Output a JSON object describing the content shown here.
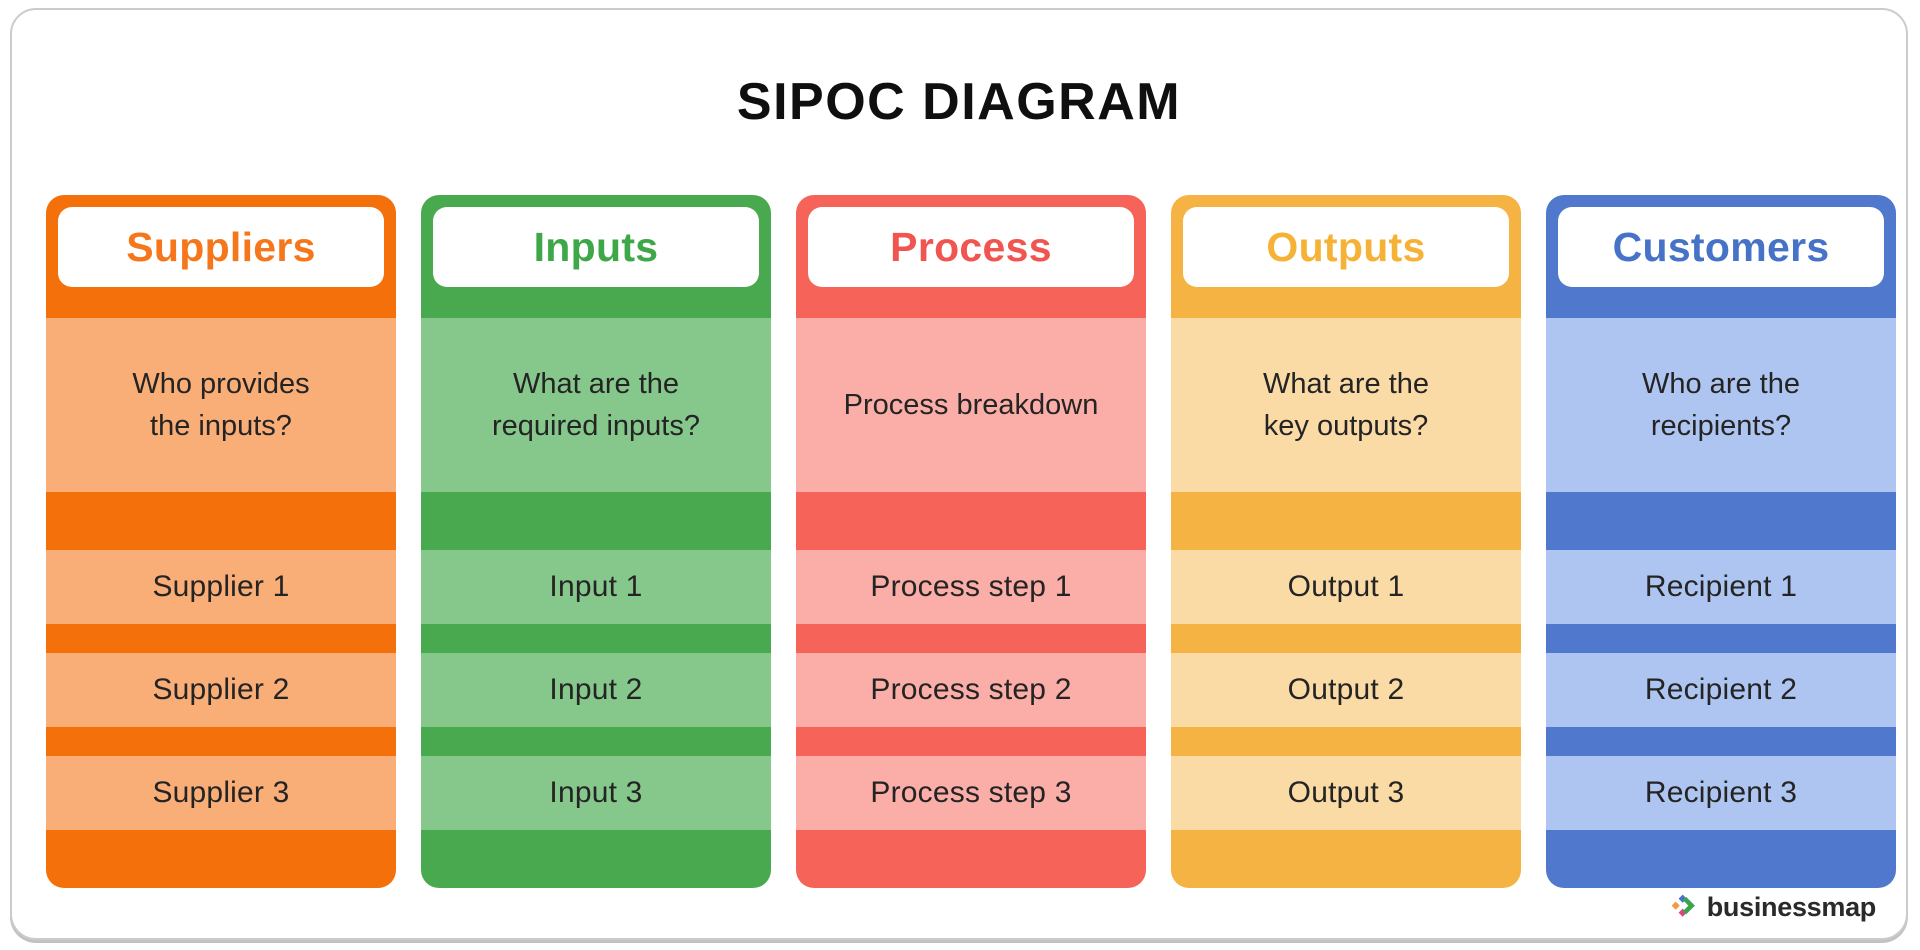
{
  "page": {
    "title": "SIPOC DIAGRAM"
  },
  "columns": [
    {
      "id": "suppliers",
      "title": "Suppliers",
      "question_lines": [
        "Who provides",
        "the inputs?"
      ],
      "rows": [
        "Supplier 1",
        "Supplier 2",
        "Supplier 3"
      ],
      "colors": {
        "dark": "#F4700A",
        "light": "#F9AD77",
        "title": "#F6771B"
      }
    },
    {
      "id": "inputs",
      "title": "Inputs",
      "question_lines": [
        "What are the",
        "required inputs?"
      ],
      "rows": [
        "Input 1",
        "Input 2",
        "Input 3"
      ],
      "colors": {
        "dark": "#49A94F",
        "light": "#86C88C",
        "title": "#3EA849"
      }
    },
    {
      "id": "process",
      "title": "Process",
      "question_lines": [
        "Process breakdown"
      ],
      "rows": [
        "Process step 1",
        "Process step 2",
        "Process step 3"
      ],
      "colors": {
        "dark": "#F56359",
        "light": "#FBAEA7",
        "title": "#F05550"
      }
    },
    {
      "id": "outputs",
      "title": "Outputs",
      "question_lines": [
        "What are the",
        "key outputs?"
      ],
      "rows": [
        "Output 1",
        "Output 2",
        "Output 3"
      ],
      "colors": {
        "dark": "#F5B344",
        "light": "#FADBA6",
        "title": "#F6B137"
      }
    },
    {
      "id": "customers",
      "title": "Customers",
      "question_lines": [
        "Who are the",
        "recipients?"
      ],
      "rows": [
        "Recipient 1",
        "Recipient 2",
        "Recipient 3"
      ],
      "colors": {
        "dark": "#5078CC",
        "light": "#AFC5F1",
        "title": "#4672C7"
      }
    }
  ],
  "footer": {
    "logo_text": "businessmap",
    "logo_icon": "businessmap-icon",
    "logo_icon_colors": {
      "top": "#4A74C9",
      "left": "#F2994A",
      "bottom": "#E0447C",
      "right": "#3DA44E"
    }
  }
}
